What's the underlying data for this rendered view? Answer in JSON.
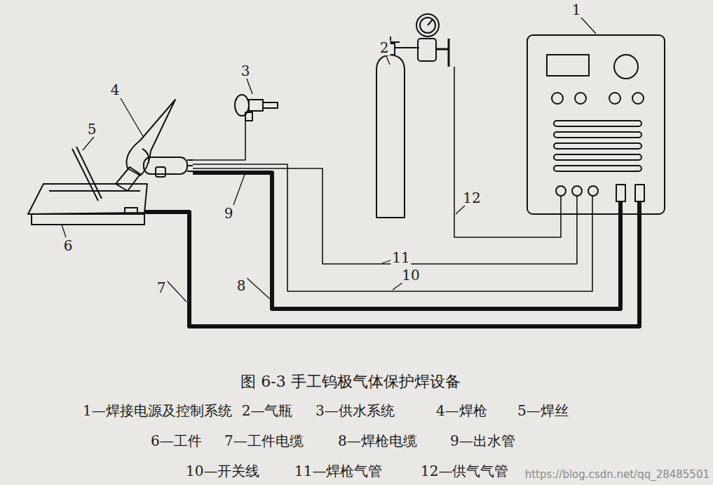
{
  "diagram": {
    "caption": "图 6-3 手工钨极气体保护焊设备",
    "labels": [
      "1",
      "2",
      "3",
      "4",
      "5",
      "6",
      "7",
      "8",
      "9",
      "10",
      "11",
      "12",
      "1—焊接电源及控制系统",
      "2—气瓶",
      "3—供水系统",
      "4—焊枪",
      "5—焊丝",
      "6—工件",
      "7—工件电缆",
      "8—焊枪电缆",
      "9—出水管",
      "10—开关线",
      "11—焊枪气管",
      "12—供气气管",
      "https://blog.csdn.net/qq_28485501"
    ]
  }
}
